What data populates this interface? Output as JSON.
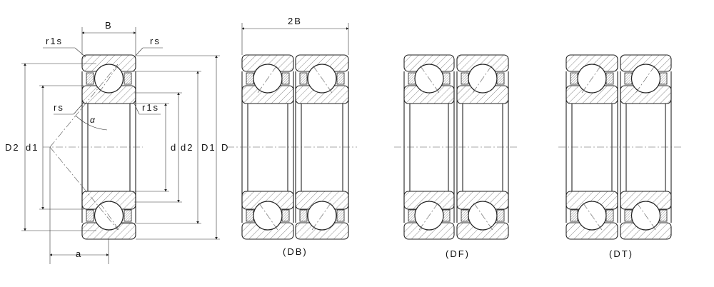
{
  "single": {
    "dims": {
      "B": "B",
      "a": "a",
      "D2": "D2",
      "d1": "d1",
      "d": "d",
      "d2": "d2",
      "D1": "D1",
      "D": "D",
      "alpha": "α"
    },
    "radii": {
      "r1s_top": "r1s",
      "rs_top": "rs",
      "rs_inner": "rs",
      "r1s_inner": "r1s"
    }
  },
  "pairs": [
    {
      "label": "(DB)",
      "width_label": "2B",
      "arrangement": "back-to-back"
    },
    {
      "label": "(DF)",
      "arrangement": "face-to-face"
    },
    {
      "label": "(DT)",
      "arrangement": "tandem"
    }
  ],
  "colors": {
    "line": "#222222",
    "background": "#ffffff"
  }
}
